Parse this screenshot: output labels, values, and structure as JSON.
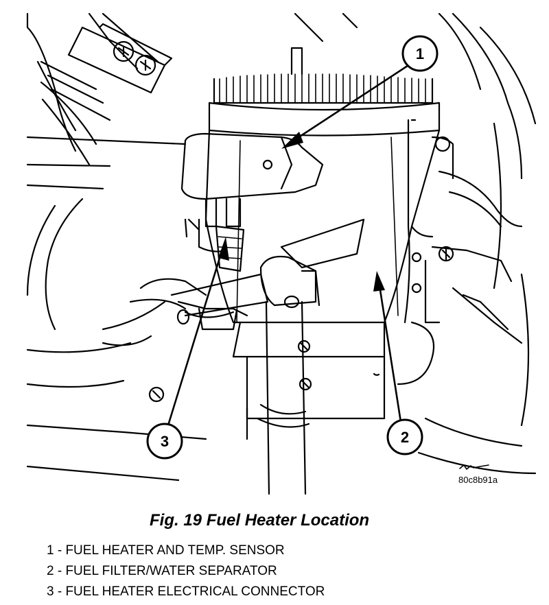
{
  "figure": {
    "id": "80c8b91a",
    "caption": "Fig. 19 Fuel Heater Location",
    "callouts": [
      {
        "number": "1"
      },
      {
        "number": "2"
      },
      {
        "number": "3"
      }
    ],
    "legend": [
      {
        "text": "1 - FUEL HEATER AND TEMP. SENSOR"
      },
      {
        "text": "2 - FUEL FILTER/WATER SEPARATOR"
      },
      {
        "text": "3 - FUEL HEATER ELECTRICAL CONNECTOR"
      }
    ]
  }
}
